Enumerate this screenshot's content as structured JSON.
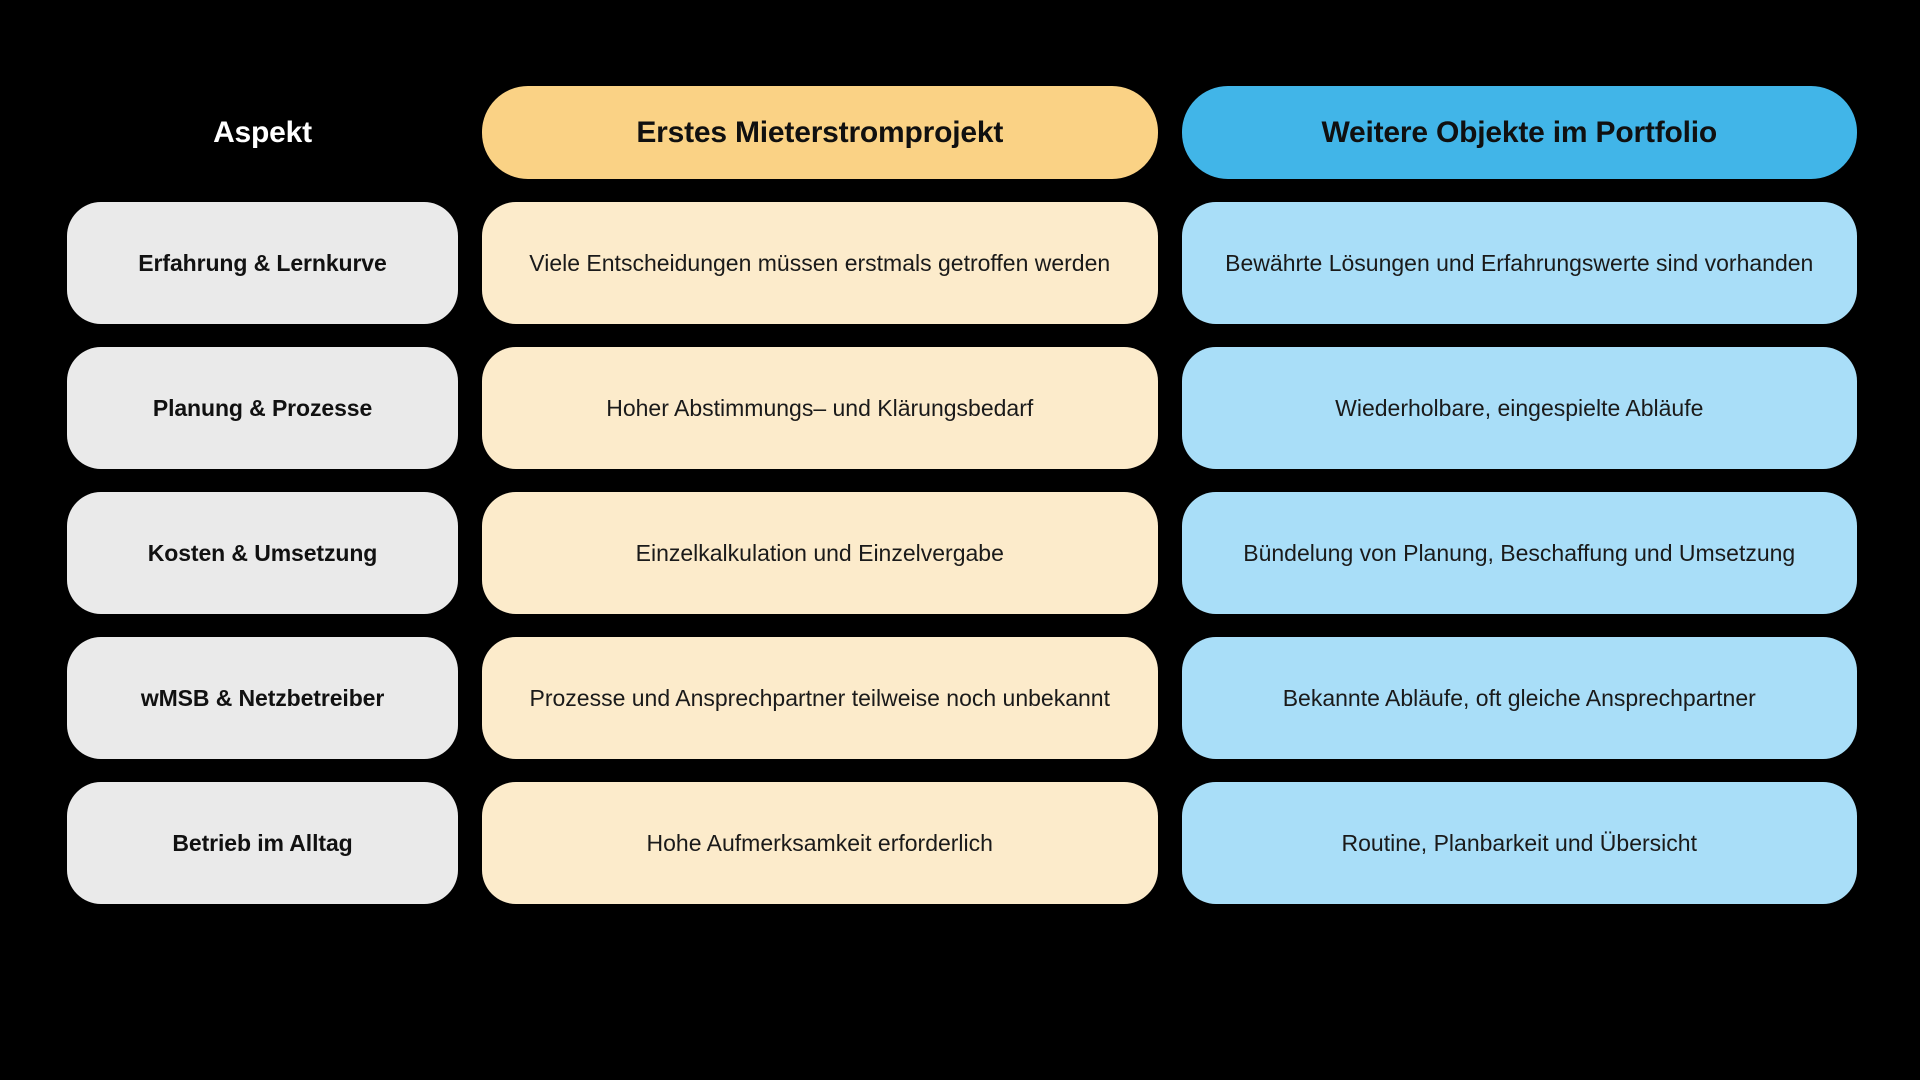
{
  "theme": {
    "background": "#000000",
    "header_aspect_text": "#FFFFFF",
    "header_orange_bg": "#FAD285",
    "header_blue_bg": "#41B5E8",
    "aspect_cell_bg": "#EAEAEA",
    "orange_cell_bg": "#FCEBCB",
    "blue_cell_bg": "#A9DEF8",
    "body_text": "#1A1A1A"
  },
  "table": {
    "headers": [
      {
        "label": "Aspekt",
        "style": "plain"
      },
      {
        "label": "Erstes Mieterstromprojekt",
        "style": "orange"
      },
      {
        "label": "Weitere Objekte im Portfolio",
        "style": "blue"
      }
    ],
    "rows": [
      {
        "aspect": "Erfahrung & Lernkurve",
        "first_project": "Viele Entscheidungen müssen erstmals getroffen werden",
        "portfolio": "Bewährte Lösungen und Erfahrungswerte sind vorhanden"
      },
      {
        "aspect": "Planung & Prozesse",
        "first_project": "Hoher Abstimmungs– und Klärungsbedarf",
        "portfolio": "Wiederholbare, eingespielte Abläufe"
      },
      {
        "aspect": "Kosten & Umsetzung",
        "first_project": "Einzelkalkulation und Einzelvergabe",
        "portfolio": "Bündelung von Planung, Beschaffung und Umsetzung"
      },
      {
        "aspect": "wMSB & Netzbetreiber",
        "first_project": "Prozesse und Ansprechpartner teilweise noch unbekannt",
        "portfolio": "Bekannte Abläufe, oft gleiche Ansprechpartner"
      },
      {
        "aspect": "Betrieb im Alltag",
        "first_project": "Hohe Aufmerksamkeit erforderlich",
        "portfolio": "Routine, Planbarkeit und Übersicht"
      }
    ]
  }
}
